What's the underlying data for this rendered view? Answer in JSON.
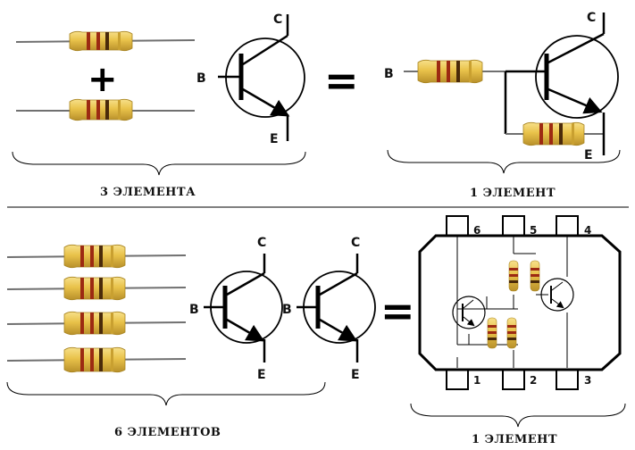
{
  "top_left": {
    "plus": "+",
    "transistor": {
      "b": "B",
      "c": "C",
      "e": "E"
    },
    "caption": "3 ЭЛЕМЕНТА"
  },
  "top_equals": "=",
  "top_right": {
    "transistor": {
      "b": "B",
      "c": "C",
      "e": "E"
    },
    "caption": "1 ЭЛЕМЕНТ"
  },
  "bottom_left": {
    "transistor_1": {
      "b": "B",
      "c": "C",
      "e": "E"
    },
    "transistor_2": {
      "b": "B",
      "c": "C",
      "e": "E"
    },
    "caption": "6 ЭЛЕМЕНТОВ"
  },
  "bottom_equals": "=",
  "chip": {
    "pins": [
      "1",
      "2",
      "3",
      "4",
      "5",
      "6"
    ],
    "caption": "1 ЭЛЕМЕНТ"
  },
  "colors": {
    "resistor_body": "#e9c24a",
    "resistor_band": "#9c2a12",
    "lead": "#6f6f6f",
    "line": "#000000"
  }
}
